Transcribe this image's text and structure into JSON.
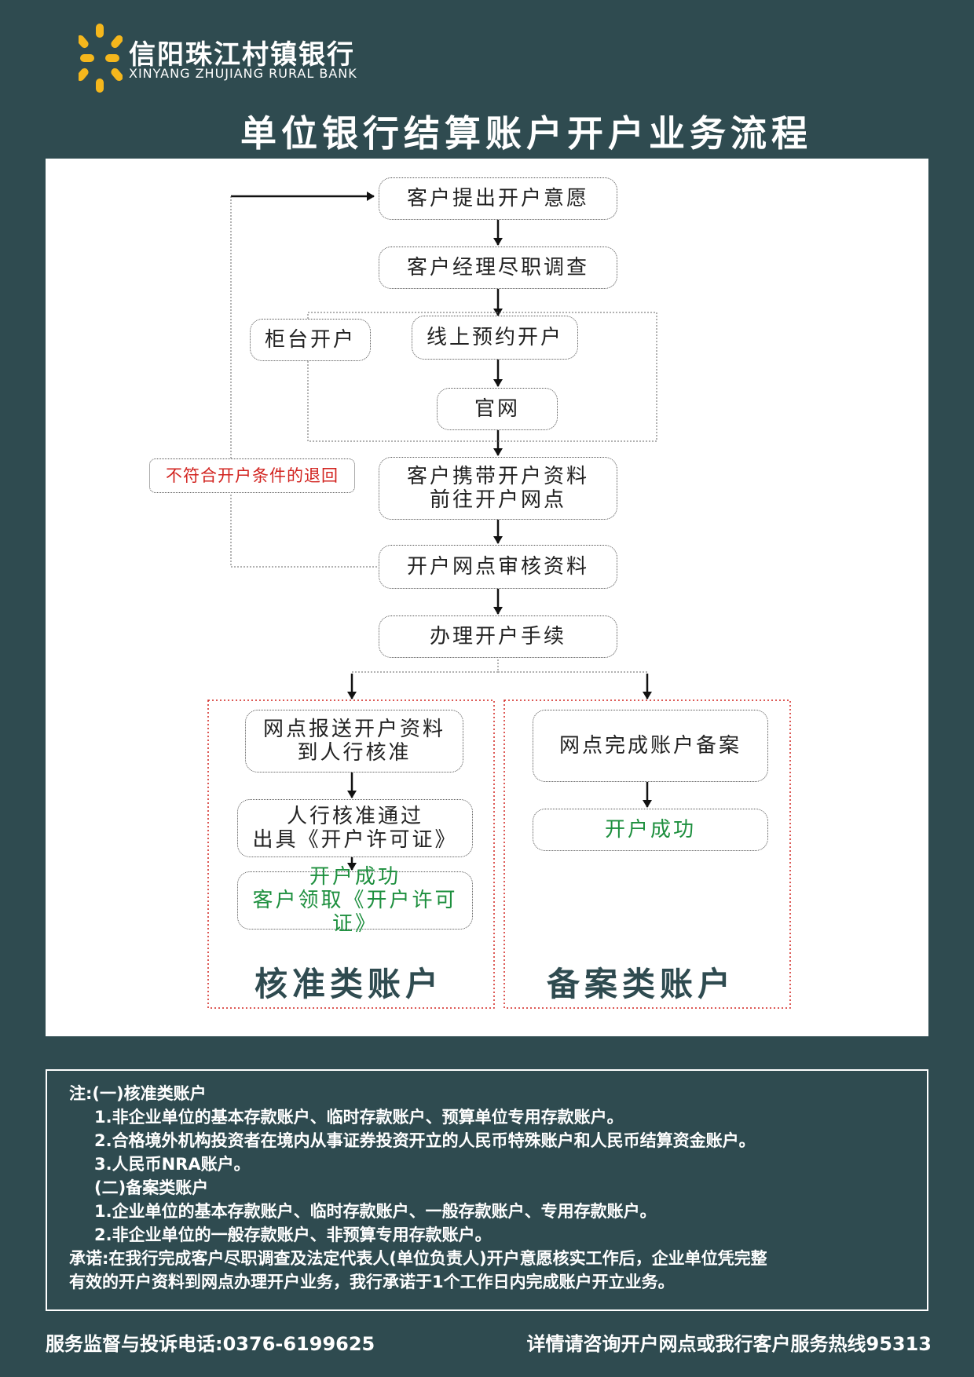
{
  "brand": {
    "name_cn": "信阳珠江村镇银行",
    "name_en": "XINYANG ZHUJIANG RURAL BANK",
    "accent": "#f5b71c"
  },
  "title": "单位银行结算账户开户业务流程",
  "flow": {
    "request": "客户提出开户意愿",
    "due_diligence": "客户经理尽职调查",
    "counter": "柜台开户",
    "online": "线上预约开户",
    "website": "官网",
    "bring_docs": "客户携带开户资料\n前往开户网点",
    "reject": "不符合开户条件的退回",
    "review": "开户网点审核资料",
    "process": "办理开户手续",
    "approval": {
      "submit": "网点报送开户资料\n到人行核准",
      "approved": "人行核准通过\n出具《开户许可证》",
      "success": "开户成功\n客户领取《开户许可证》",
      "label": "核准类账户"
    },
    "filing": {
      "complete": "网点完成账户备案",
      "success": "开户成功",
      "label": "备案类账户"
    }
  },
  "notes": {
    "lines": [
      "注:(一)核准类账户",
      "1.非企业单位的基本存款账户、临时存款账户、预算单位专用存款账户。",
      "2.合格境外机构投资者在境内从事证券投资开立的人民币特殊账户和人民币结算资金账户。",
      "3.人民币NRA账户。",
      "(二)备案类账户",
      "1.企业单位的基本存款账户、临时存款账户、一般存款账户、专用存款账户。",
      "2.非企业单位的一般存款账户、非预算专用存款账户。",
      "承诺:在我行完成客户尽职调查及法定代表人(单位负责人)开户意愿核实工作后，企业单位凭完整",
      "有效的开户资料到网点办理开户业务，我行承诺于1个工作日内完成账户开立业务。"
    ]
  },
  "footer": {
    "complaint": "服务监督与投诉电话:0376-6199625",
    "hotline": "详情请咨询开户网点或我行客户服务热线95313"
  },
  "colors": {
    "background": "#2f4b50",
    "success": "#1d8f3e",
    "reject": "#d2231f",
    "group_border": "#d2231f"
  }
}
